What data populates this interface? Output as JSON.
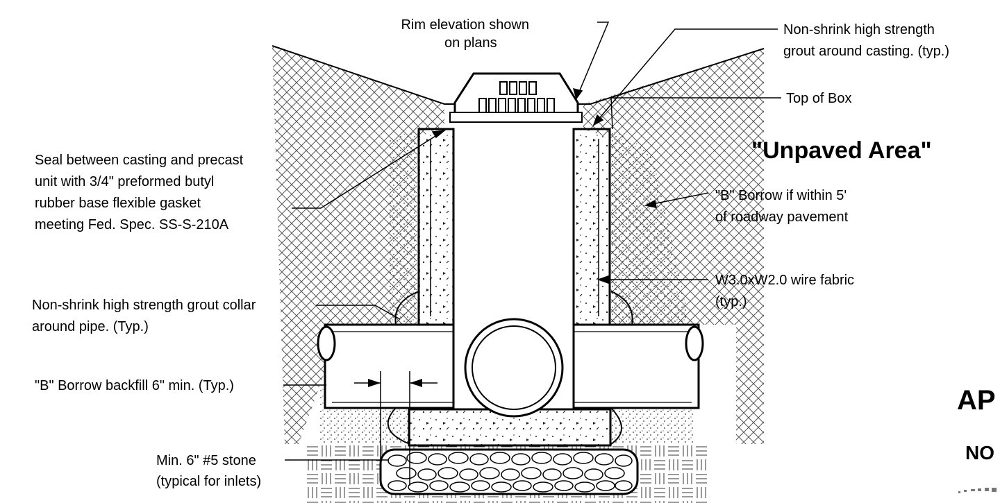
{
  "title": "\"Unpaved Area\"",
  "labels": {
    "rim_line1": "Rim elevation shown",
    "rim_line2": "on plans",
    "grout_cast_line1": "Non-shrink high strength",
    "grout_cast_line2": "grout around casting. (typ.)",
    "top_box": "Top of Box",
    "seal_line1": "Seal between casting and precast",
    "seal_line2": "unit with 3/4\" preformed butyl",
    "seal_line3": "rubber base flexible gasket",
    "seal_line4": "meeting Fed. Spec. SS-S-210A",
    "borrow5_line1": "\"B\" Borrow if within 5'",
    "borrow5_line2": "of roadway pavement",
    "wire_line1": "W3.0xW2.0 wire fabric",
    "wire_line2": "(typ.)",
    "collar_line1": "Non-shrink high strength grout collar",
    "collar_line2": "around pipe. (Typ.)",
    "backfill": "\"B\" Borrow backfill 6\" min. (Typ.)",
    "stone_line1": "Min. 6\" #5 stone",
    "stone_line2": "(typical for inlets)"
  },
  "stamp": {
    "line1": "AP",
    "line2": "NO"
  },
  "colors": {
    "ink": "#000000",
    "paper": "#ffffff",
    "fill_hatch": "#666666"
  }
}
